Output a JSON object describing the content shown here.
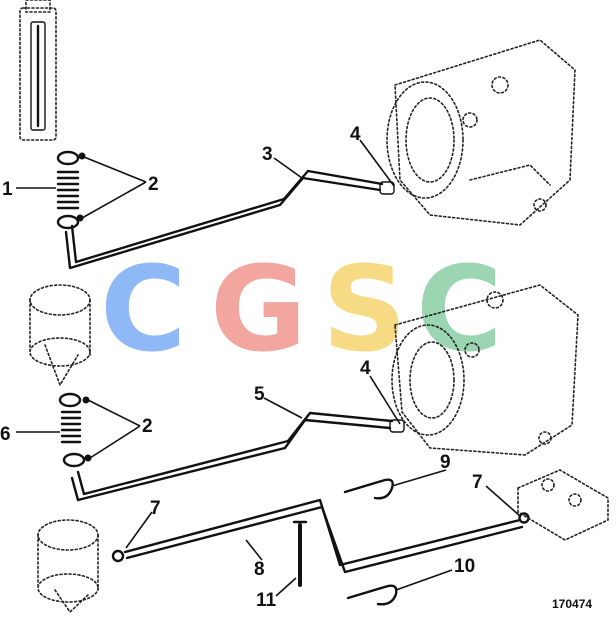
{
  "diagram": {
    "callouts": {
      "c1": "1",
      "c2a": "2",
      "c2b": "2",
      "c3": "3",
      "c4a": "4",
      "c4b": "4",
      "c5": "5",
      "c6": "6",
      "c7a": "7",
      "c7b": "7",
      "c8": "8",
      "c9": "9",
      "c10": "10",
      "c11": "11"
    },
    "reference_number": "170474"
  },
  "watermark": {
    "letters": [
      "C",
      "G",
      "S",
      "C"
    ],
    "colors": [
      "#7fb0f5",
      "#f29a92",
      "#f7d774",
      "#8fd0a8"
    ]
  }
}
